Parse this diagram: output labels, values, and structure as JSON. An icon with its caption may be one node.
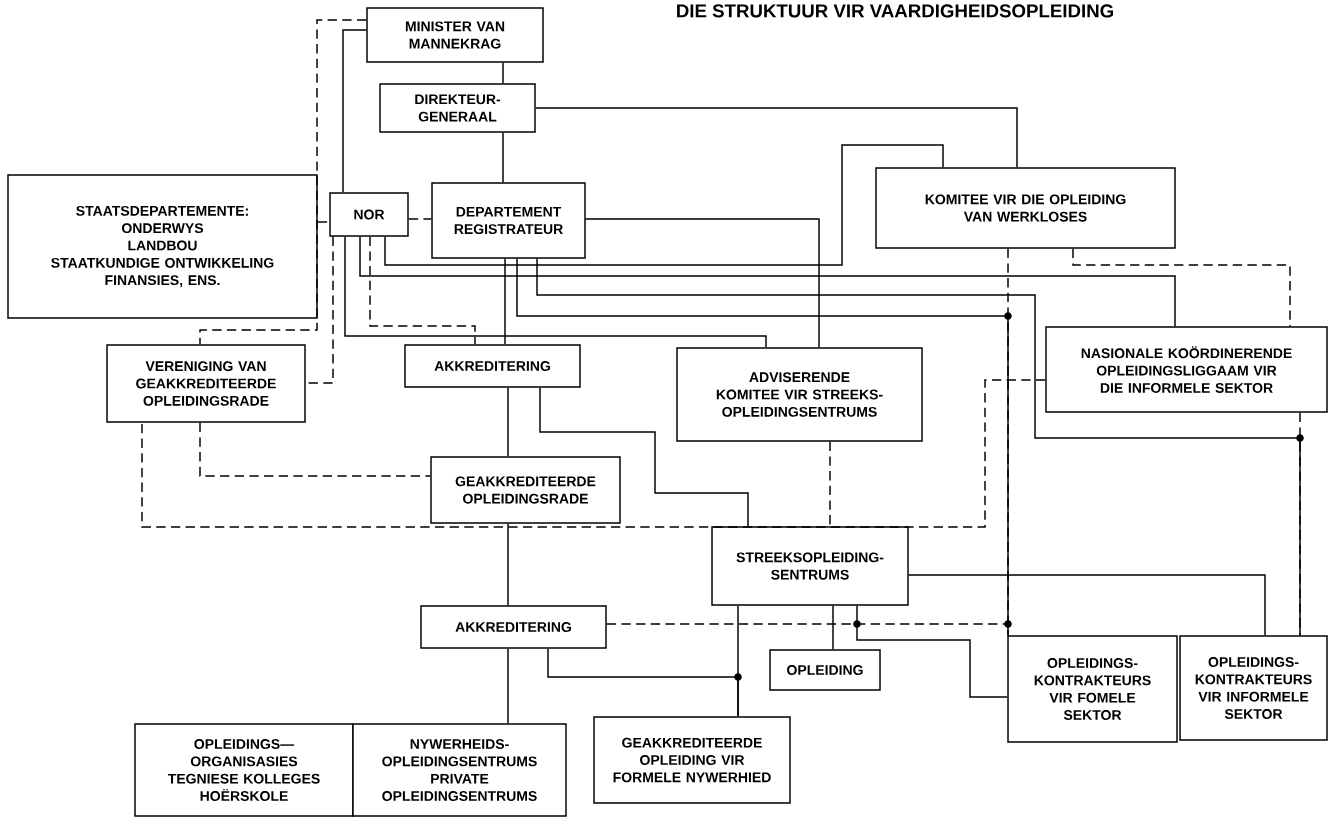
{
  "diagram": {
    "title": "DIE STRUKTUUR VIR VAARDIGHEIDSOPLEIDING",
    "nodes": [
      {
        "text": [
          "MINISTER VAN MANNEKRAG"
        ]
      },
      {
        "text": [
          "DIREKTEUR- GENERAAL"
        ]
      },
      {
        "text": [
          "STAATSDEPARTEMENTE:",
          "ONDERWYS",
          "LANDBOU",
          "STAATKUNDIGE ONTWIKKELING",
          "FINANSIES, ENS."
        ]
      },
      {
        "text": [
          "NOR"
        ]
      },
      {
        "text": [
          "DEPARTEMENT",
          "REGISTRATEUR"
        ]
      },
      {
        "text": [
          "KOMITEE VIR DIE OPLEIDING VAN WERKLOSES"
        ]
      },
      {
        "text": [
          "VERENIGING VAN GEAKKREDITEERDE OPLEIDINGSRADE"
        ]
      },
      {
        "text": [
          "AKKREDITERING"
        ]
      },
      {
        "text": [
          "ADVISERENDE KOMITEE VIR STREEKS- OPLEIDINGSENTRUMS"
        ]
      },
      {
        "text": [
          "NASIONALE KOÖRDINERENDE OPLEIDINGSLIGGAAM VIR DIE INFORMELE SEKTOR"
        ]
      },
      {
        "text": [
          "GEAKKREDITEERDE OPLEIDINGSRADE"
        ]
      },
      {
        "text": [
          "STREEKSOPLEIDING- SENTRUMS"
        ]
      },
      {
        "text": [
          "AKKREDITERING"
        ]
      },
      {
        "text": [
          "OPLEIDING"
        ]
      },
      {
        "text": [
          "OPLEIDINGS- KONTRAKTEURS VIR FOMELE SEKTOR"
        ]
      },
      {
        "text": [
          "OPLEIDINGS- KONTRAKTEURS VIR INFORMELE SEKTOR"
        ]
      },
      {
        "text": [
          "OPLEIDINGS— ORGANISASIES",
          "TEGNIESE KOLLEGES",
          "HOËRSKOLE"
        ]
      },
      {
        "text": [
          "NYWERHEIDS- OPLEIDINGSENTRUMS",
          "PRIVATE OPLEIDINGSENTRUMS"
        ]
      },
      {
        "text": [
          "GEAKKREDITEERDE OPLEIDING VIR FORMELE NYWERHIED"
        ]
      }
    ],
    "edges": [
      {
        "from": 0,
        "to": 1,
        "arrow": "none"
      },
      {
        "from": 1,
        "to": 4,
        "arrow": "none"
      },
      {
        "from": 1,
        "to": 5,
        "arrow": "none"
      },
      {
        "from": 0,
        "to": 3,
        "arrow": "none"
      },
      {
        "from": 0,
        "to": 6,
        "arrow": "none",
        "style": "dashed"
      },
      {
        "from": 2,
        "to": 3,
        "arrow": "none",
        "style": "dashed"
      },
      {
        "from": 3,
        "to": 6,
        "arrow": "none",
        "style": "dashed"
      },
      {
        "from": 3,
        "to": 4,
        "arrow": "none",
        "style": "dashed"
      },
      {
        "from": 4,
        "to": 8,
        "arrow": "none"
      },
      {
        "from": 3,
        "to": 8,
        "arrow": "none"
      },
      {
        "from": 3,
        "to": 5,
        "arrow": "none"
      },
      {
        "from": 3,
        "to": 9,
        "arrow": "none"
      },
      {
        "from": 3,
        "to": 7,
        "arrow": "none",
        "style": "dashed"
      },
      {
        "from": 4,
        "to": 7,
        "arrow": "none"
      },
      {
        "from": 4,
        "to": 15,
        "arrow": "none"
      },
      {
        "from": 4,
        "to": 14,
        "arrow": "none"
      },
      {
        "from": 5,
        "to": 9,
        "arrow": "none",
        "style": "dashed"
      },
      {
        "from": 5,
        "to": 14,
        "arrow": "none",
        "style": "dashed"
      },
      {
        "from": 9,
        "to": 6,
        "arrow": "none",
        "style": "dashed"
      },
      {
        "from": 8,
        "to": 11,
        "arrow": "none",
        "style": "dashed"
      },
      {
        "from": 6,
        "to": 10,
        "arrow": "none",
        "style": "dashed"
      },
      {
        "from": 7,
        "to": 10,
        "arrow": "none"
      },
      {
        "from": 7,
        "to": 11,
        "arrow": "none"
      },
      {
        "from": 10,
        "to": 12,
        "arrow": "none"
      },
      {
        "from": 12,
        "to": 17,
        "arrow": "none"
      },
      {
        "from": 12,
        "to": 18,
        "arrow": "none"
      },
      {
        "from": 11,
        "to": 18,
        "arrow": "none"
      },
      {
        "from": 12,
        "to": 14,
        "arrow": "none",
        "style": "dashed"
      },
      {
        "from": 11,
        "to": 14,
        "arrow": "none"
      },
      {
        "from": 11,
        "to": 13,
        "arrow": "none"
      },
      {
        "from": 11,
        "to": 15,
        "arrow": "none"
      },
      {
        "from": 9,
        "to": 15,
        "arrow": "none",
        "style": "dashed"
      }
    ]
  }
}
